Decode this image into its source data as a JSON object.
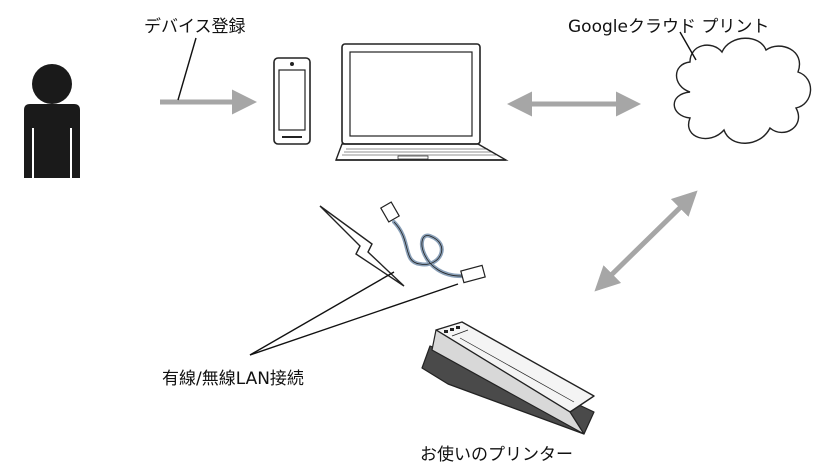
{
  "labels": {
    "device_registration": "デバイス登録",
    "google_cloud_print": "Googleクラウド プリント",
    "connection": "有線/無線LAN接続",
    "your_printer": "お使いのプリンター"
  },
  "icons": {
    "user": "user-icon",
    "smartphone": "smartphone-icon",
    "laptop": "laptop-icon",
    "cloud": "cloud-icon",
    "wireless": "lightning-wireless-icon",
    "cable": "lan-cable-icon",
    "printer": "mobile-printer-icon"
  },
  "colors": {
    "ink": "#111111",
    "arrow": "#a6a6a6",
    "cable": "#8aa0b8",
    "background": "#ffffff"
  }
}
